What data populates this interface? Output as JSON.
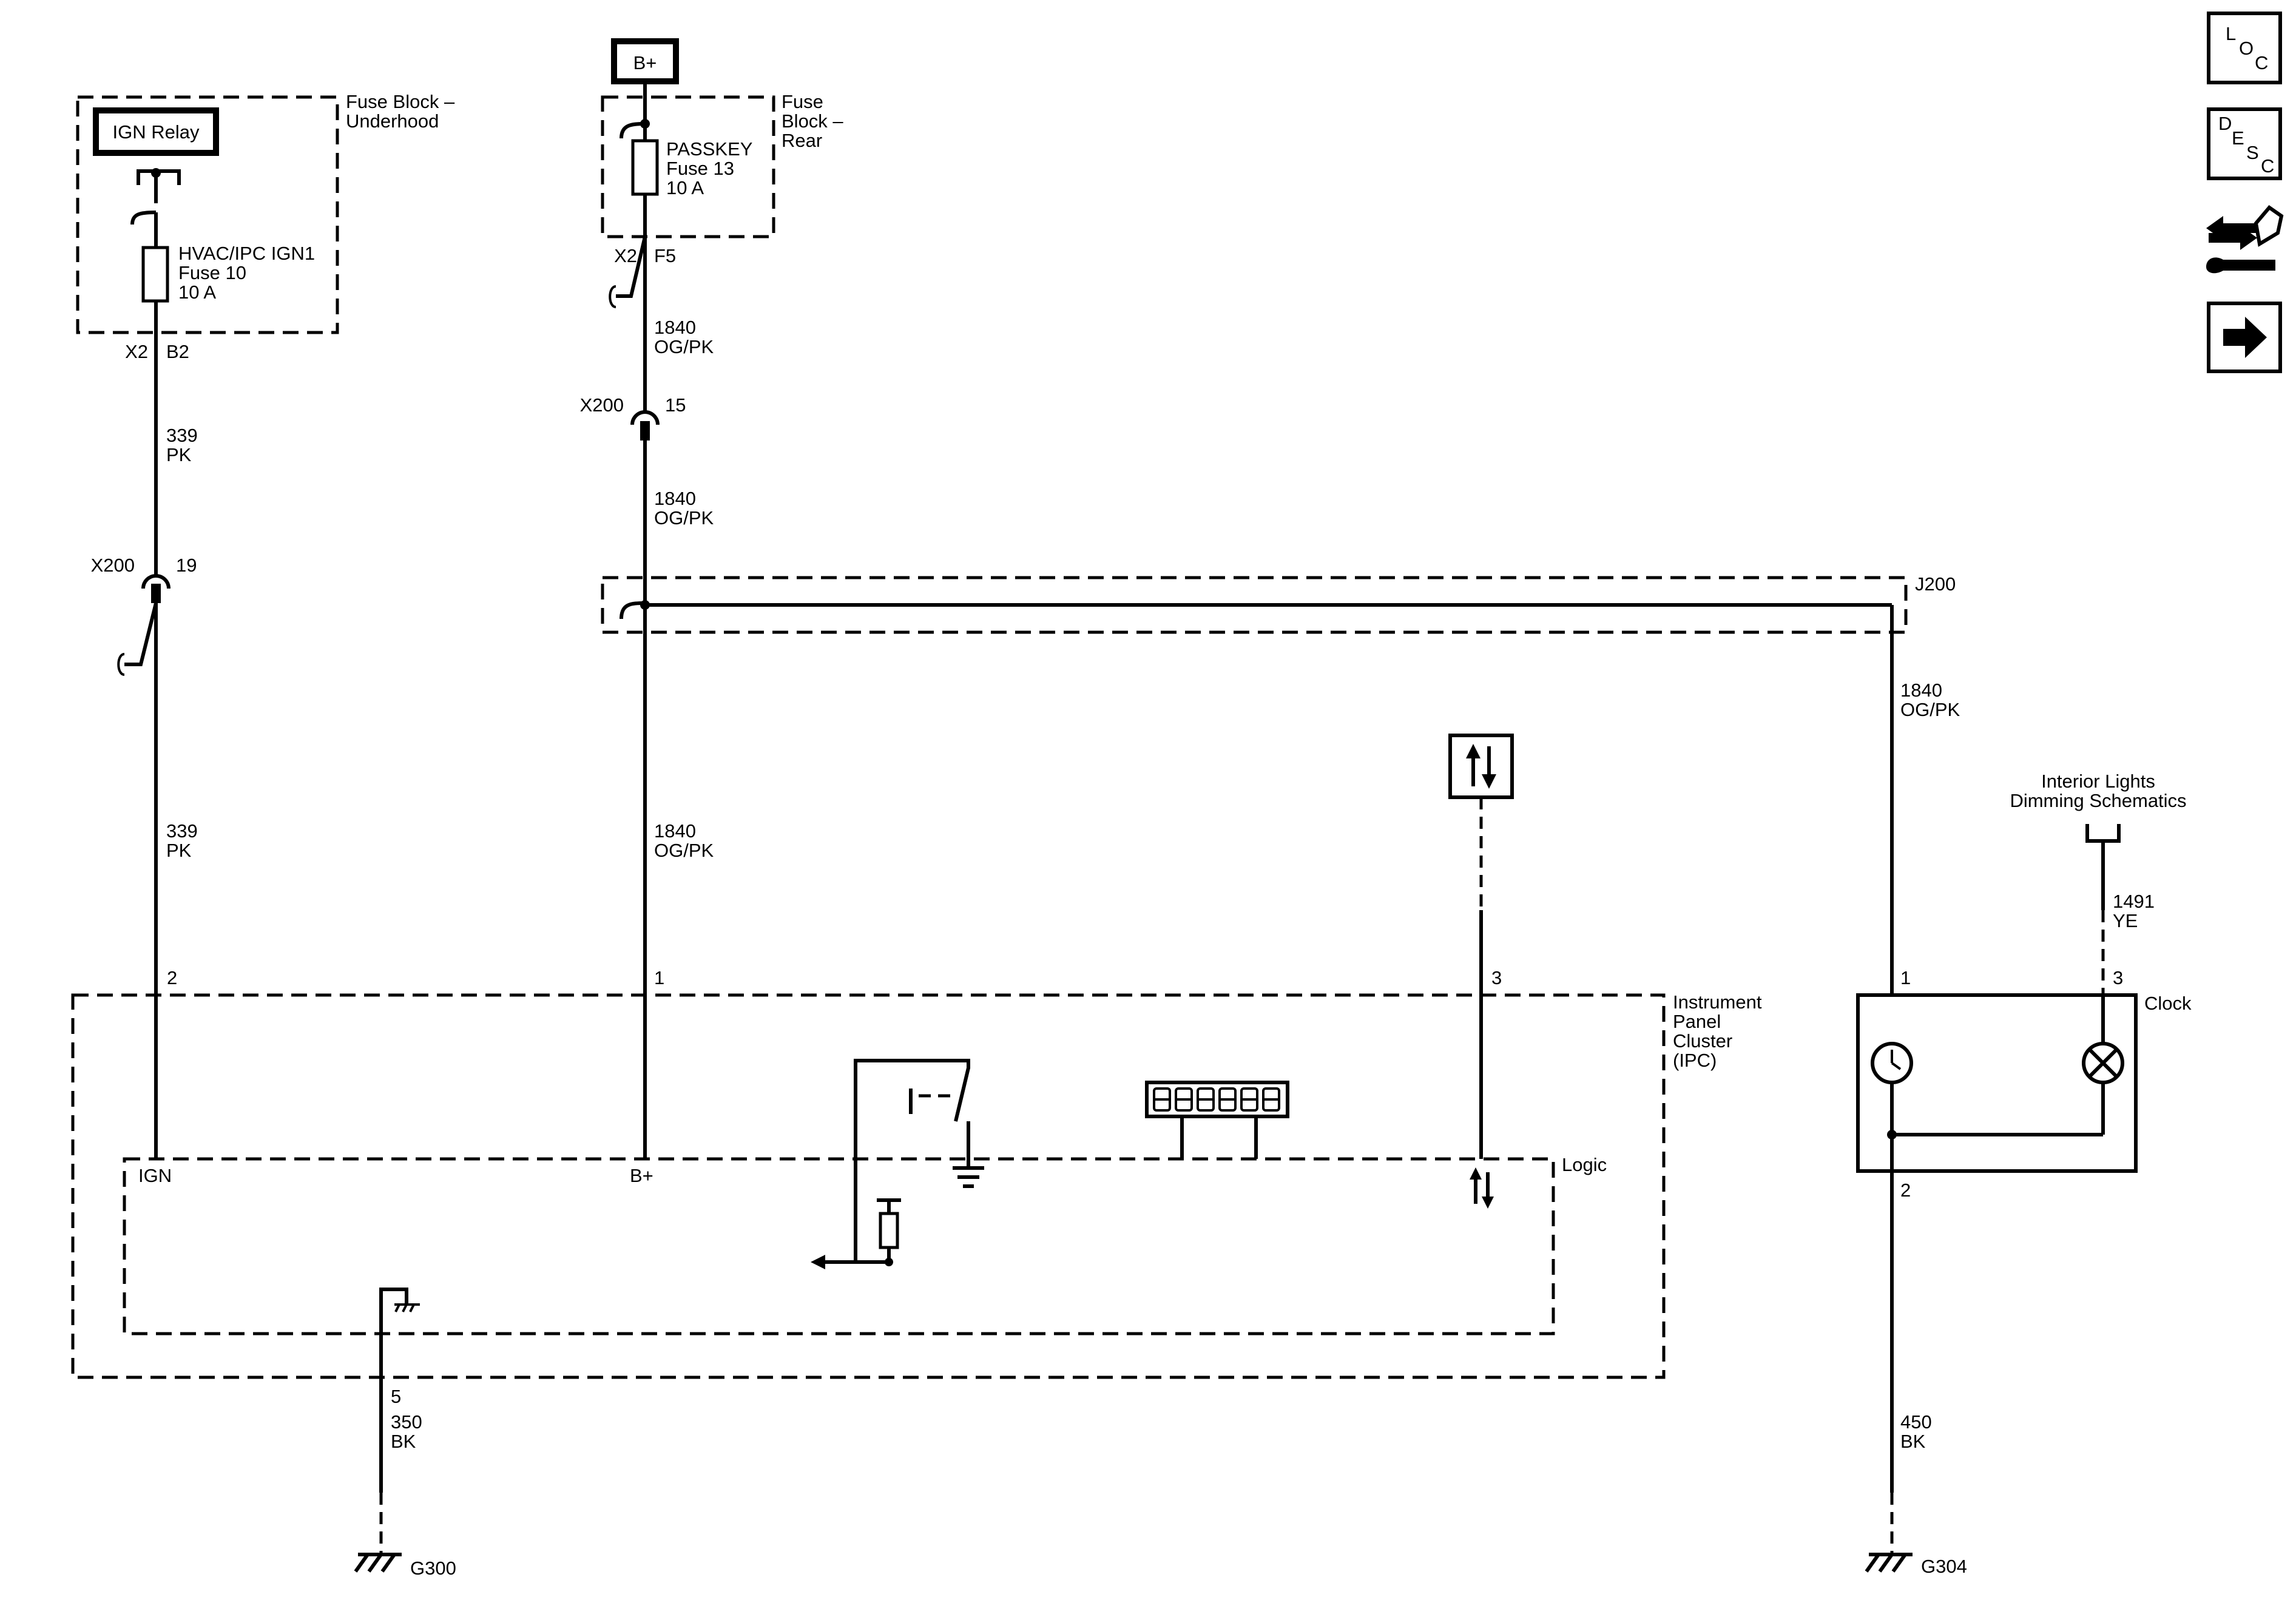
{
  "components": {
    "ign_relay": "IGN Relay",
    "b_plus_source": "B+",
    "fuse_block_underhood": [
      "Fuse Block –",
      "Underhood"
    ],
    "fuse_block_rear": [
      "Fuse",
      "Block –",
      "Rear"
    ],
    "hvac_fuse": [
      "HVAC/IPC IGN1",
      "Fuse 10",
      "10 A"
    ],
    "passkey_fuse": [
      "PASSKEY",
      "Fuse 13",
      "10 A"
    ],
    "ipc": [
      "Instrument",
      "Panel",
      "Cluster",
      "(IPC)"
    ],
    "logic": "Logic",
    "clock": "Clock",
    "interior_lights": [
      "Interior Lights",
      "Dimming Schematics"
    ],
    "splice": "J200",
    "ground_g300": "G300",
    "ground_g304": "G304"
  },
  "connectors": {
    "x2_b2": [
      "X2",
      "B2"
    ],
    "x2_f5": [
      "X2",
      "F5"
    ],
    "x200_19": [
      "X200",
      "19"
    ],
    "x200_15": [
      "X200",
      "15"
    ]
  },
  "wires": {
    "w339_a": [
      "339",
      "PK"
    ],
    "w339_b": [
      "339",
      "PK"
    ],
    "w1840_a": [
      "1840",
      "OG/PK"
    ],
    "w1840_b": [
      "1840",
      "OG/PK"
    ],
    "w1840_c": [
      "1840",
      "OG/PK"
    ],
    "w1840_d": [
      "1840",
      "OG/PK"
    ],
    "w1491": [
      "1491",
      "YE"
    ],
    "w350": [
      "350",
      "BK"
    ],
    "w450": [
      "450",
      "BK"
    ]
  },
  "pins": {
    "ipc_2": "2",
    "ipc_1": "1",
    "ipc_3": "3",
    "ipc_5": "5",
    "clock_1": "1",
    "clock_3": "3",
    "clock_2": "2",
    "ign": "IGN",
    "bplus": "B+"
  },
  "nav_buttons": {
    "loc": [
      "L",
      "O",
      "C"
    ],
    "desc": [
      "D",
      "E",
      "S",
      "C"
    ]
  }
}
